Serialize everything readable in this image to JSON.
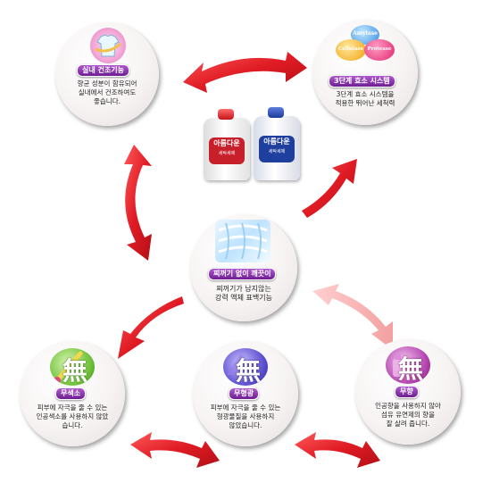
{
  "colors": {
    "arrow": "#e01b24",
    "tag": "#7a2aa0"
  },
  "nodes": {
    "indoor": {
      "label": "실내 건조기능",
      "desc": [
        "향균 성분이 함유되어",
        "실내에서 건조하여도",
        "좋습니다."
      ]
    },
    "enzyme": {
      "label": "3단계 효소 시스템",
      "desc": [
        "3단계 효소 시스템을",
        "적용한 뛰어난 세척력"
      ],
      "enzymes": [
        "Amylase",
        "Cellulase",
        "Protease"
      ]
    },
    "residue": {
      "label": "찌꺼기 없이 깨끗이",
      "desc": [
        "찌꺼기가 남지않는",
        "강력 액체 표백기능"
      ]
    },
    "nocolor": {
      "label": "무색소",
      "mark": "無",
      "desc": [
        "피부에 자극을 줄 수 있는",
        "인공색소를 사용하지 않았",
        "습니다."
      ]
    },
    "nofluor": {
      "label": "무형광",
      "mark": "無",
      "desc": [
        "피부에 자극을 줄 수 있는",
        "형광물질을 사용하지",
        "않았습니다."
      ]
    },
    "noscent": {
      "label": "무향",
      "mark": "無",
      "desc": [
        "인공향을 사용하지 않아",
        "섬유 유연제의 향을",
        "잘 살려 줍니다."
      ]
    }
  },
  "product": {
    "bottle_label": "아름다운",
    "bottle_sub": "세탁세제"
  }
}
